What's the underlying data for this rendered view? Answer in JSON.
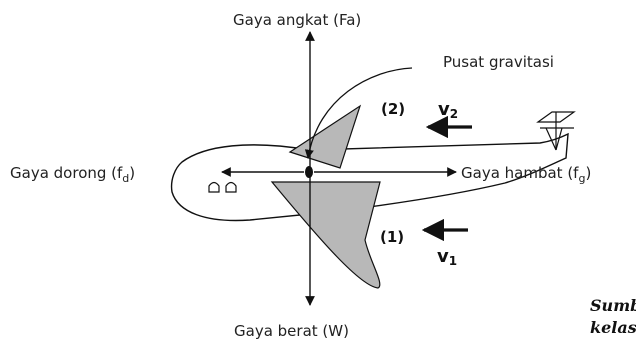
{
  "labels": {
    "lift": "Gaya angkat (Fa)",
    "center_gravity": "Pusat gravitasi",
    "thrust_text": "Gaya dorong (f",
    "thrust_sub": "d",
    "thrust_close": ")",
    "drag_text": "Gaya hambat (f",
    "drag_sub": "g",
    "drag_close": ")",
    "weight": "Gaya berat (W)",
    "point2": "(2)",
    "point1": "(1)",
    "v2_symbol": "v",
    "v2_sub": "2",
    "v1_symbol": "v",
    "v1_sub": "1"
  },
  "source": {
    "line1": "Sumb",
    "line2": "kelas"
  },
  "colors": {
    "line": "#111111",
    "wing_fill": "#b8b8b8",
    "background": "#ffffff"
  }
}
